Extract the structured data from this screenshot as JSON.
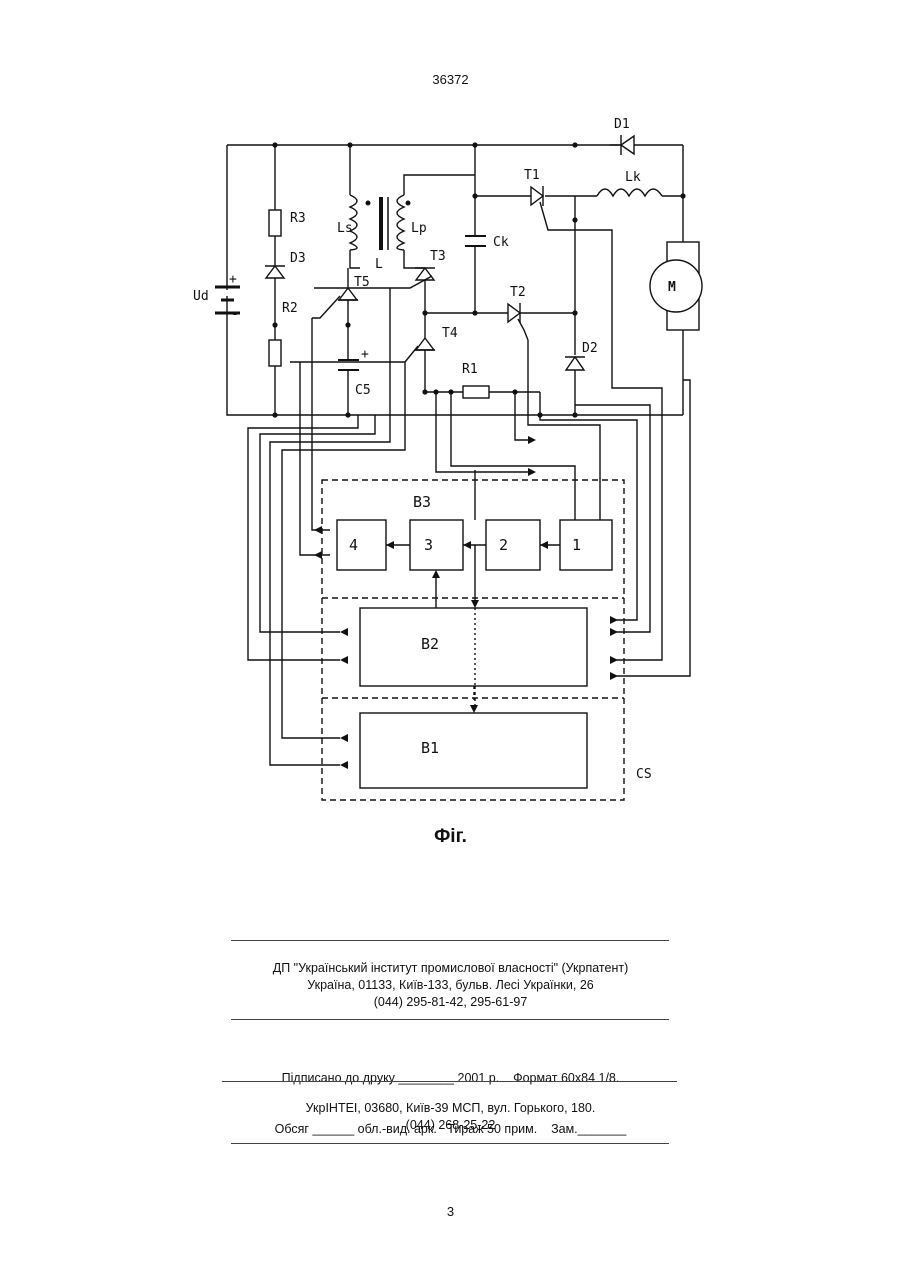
{
  "header": {
    "doc_number": "36372"
  },
  "figure": {
    "caption": "Фіг.",
    "labels": {
      "d1": "D1",
      "t1": "T1",
      "lk": "Lk",
      "motor": "M",
      "r3": "R3",
      "d3": "D3",
      "ls": "Ls",
      "lp": "Lp",
      "l": "L",
      "ck": "Ck",
      "ud": "Ud",
      "t3": "T3",
      "t5": "T5",
      "t2": "T2",
      "r2": "R2",
      "t4": "T4",
      "d2": "D2",
      "r1": "R1",
      "c5": "C5",
      "plus": "+",
      "minus": "-",
      "b3": "B3",
      "b2": "B2",
      "b1": "B1",
      "cs": "CS",
      "block1": "1",
      "block2": "2",
      "block3": "3",
      "block4": "4"
    }
  },
  "imprint": {
    "publisher_line1": "ДП \"Український інститут промислової власності\" (Укрпатент)",
    "publisher_line2": "Україна, 01133, Київ-133, бульв. Лесі Українки, 26",
    "publisher_line3": "(044) 295-81-42, 295-61-97",
    "print_line1": "Підписано до друку ________ 2001 р.    Формат 60х84 1/8.",
    "print_line2": "Обсяг ______ обл.-вид. арк.   Тираж 50 прим.    Зам._______",
    "printer_line1": "УкрІНТЕІ, 03680, Київ-39 МСП, вул. Горького, 180.",
    "printer_line2": "(044) 268-25-22"
  },
  "footer": {
    "page_number": "3"
  }
}
